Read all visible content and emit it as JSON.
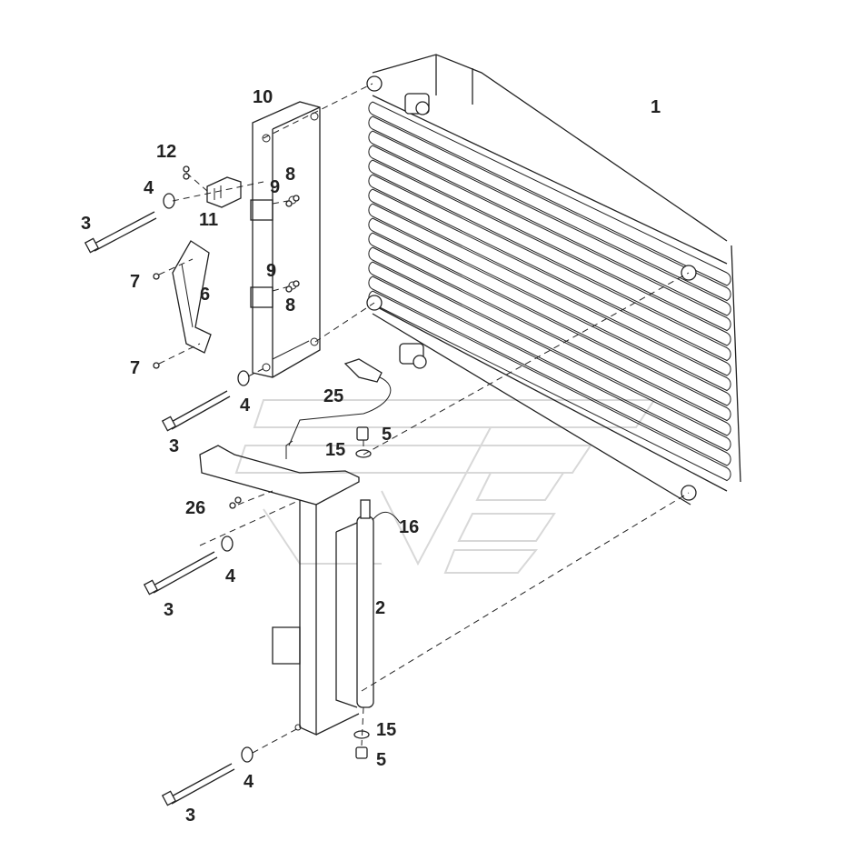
{
  "callouts": {
    "c1": "1",
    "c2": "2",
    "c3a": "3",
    "c3b": "3",
    "c3c": "3",
    "c3d": "3",
    "c4a": "4",
    "c4b": "4",
    "c4c": "4",
    "c4d": "4",
    "c5a": "5",
    "c5b": "5",
    "c6": "6",
    "c7a": "7",
    "c7b": "7",
    "c8a": "8",
    "c8b": "8",
    "c9a": "9",
    "c9b": "9",
    "c10": "10",
    "c11": "11",
    "c12": "12",
    "c15a": "15",
    "c15b": "15",
    "c16": "16",
    "c25": "25",
    "c26": "26"
  }
}
